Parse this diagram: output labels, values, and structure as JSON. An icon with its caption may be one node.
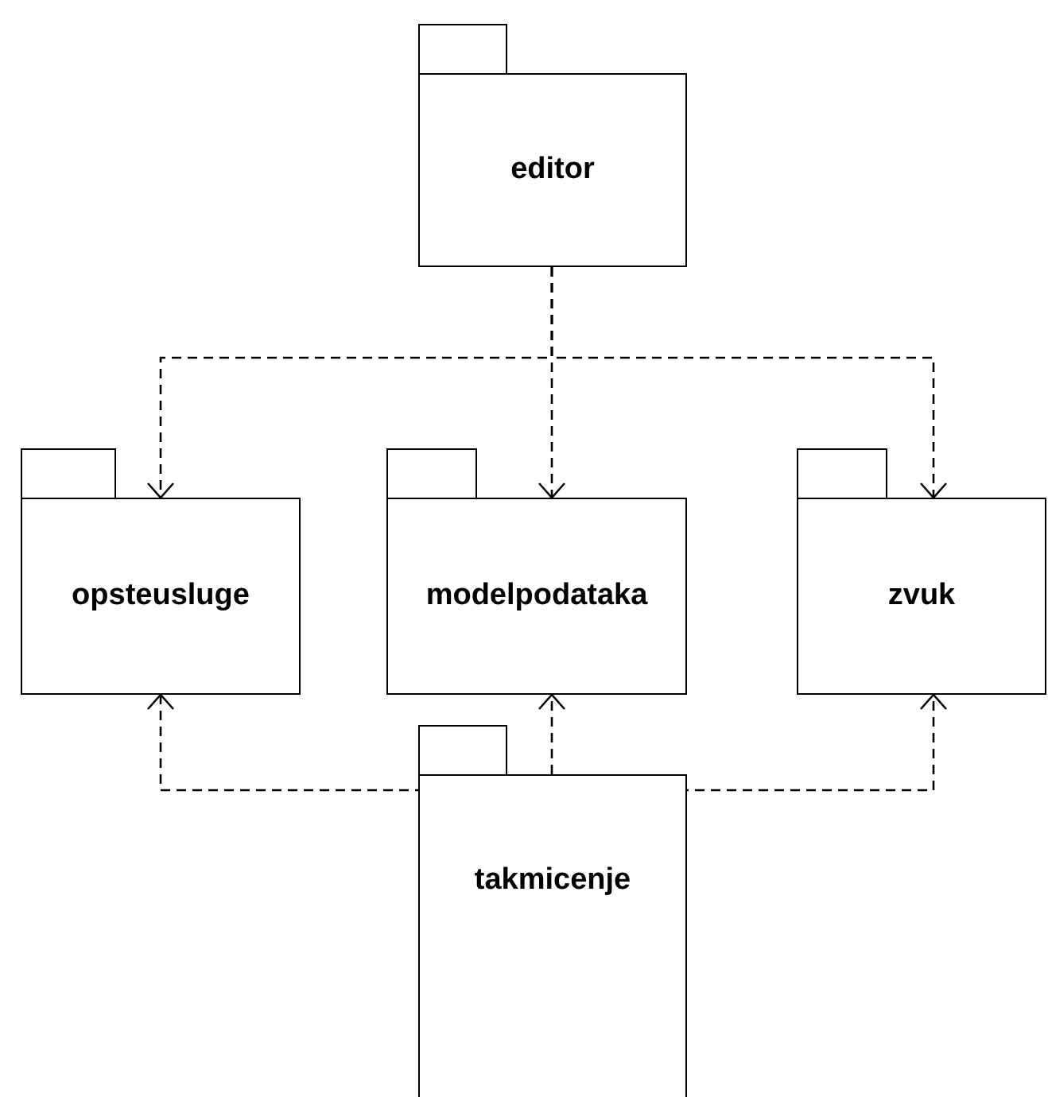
{
  "diagram": {
    "nodes": [
      {
        "text": [
          "editor"
        ]
      },
      {
        "text": [
          "opsteusluge"
        ]
      },
      {
        "text": [
          "modelpodataka"
        ]
      },
      {
        "text": [
          "zvuk"
        ]
      },
      {
        "text": [
          "takmicenje"
        ]
      }
    ],
    "edges": [
      {
        "from": 0,
        "to": 1,
        "arrow": "to",
        "style": "dashed"
      },
      {
        "from": 0,
        "to": 2,
        "arrow": "to",
        "style": "dashed"
      },
      {
        "from": 0,
        "to": 3,
        "arrow": "to",
        "style": "dashed"
      },
      {
        "from": 4,
        "to": 1,
        "arrow": "to",
        "style": "dashed"
      },
      {
        "from": 4,
        "to": 2,
        "arrow": "to",
        "style": "dashed"
      },
      {
        "from": 4,
        "to": 3,
        "arrow": "to",
        "style": "dashed"
      }
    ]
  }
}
